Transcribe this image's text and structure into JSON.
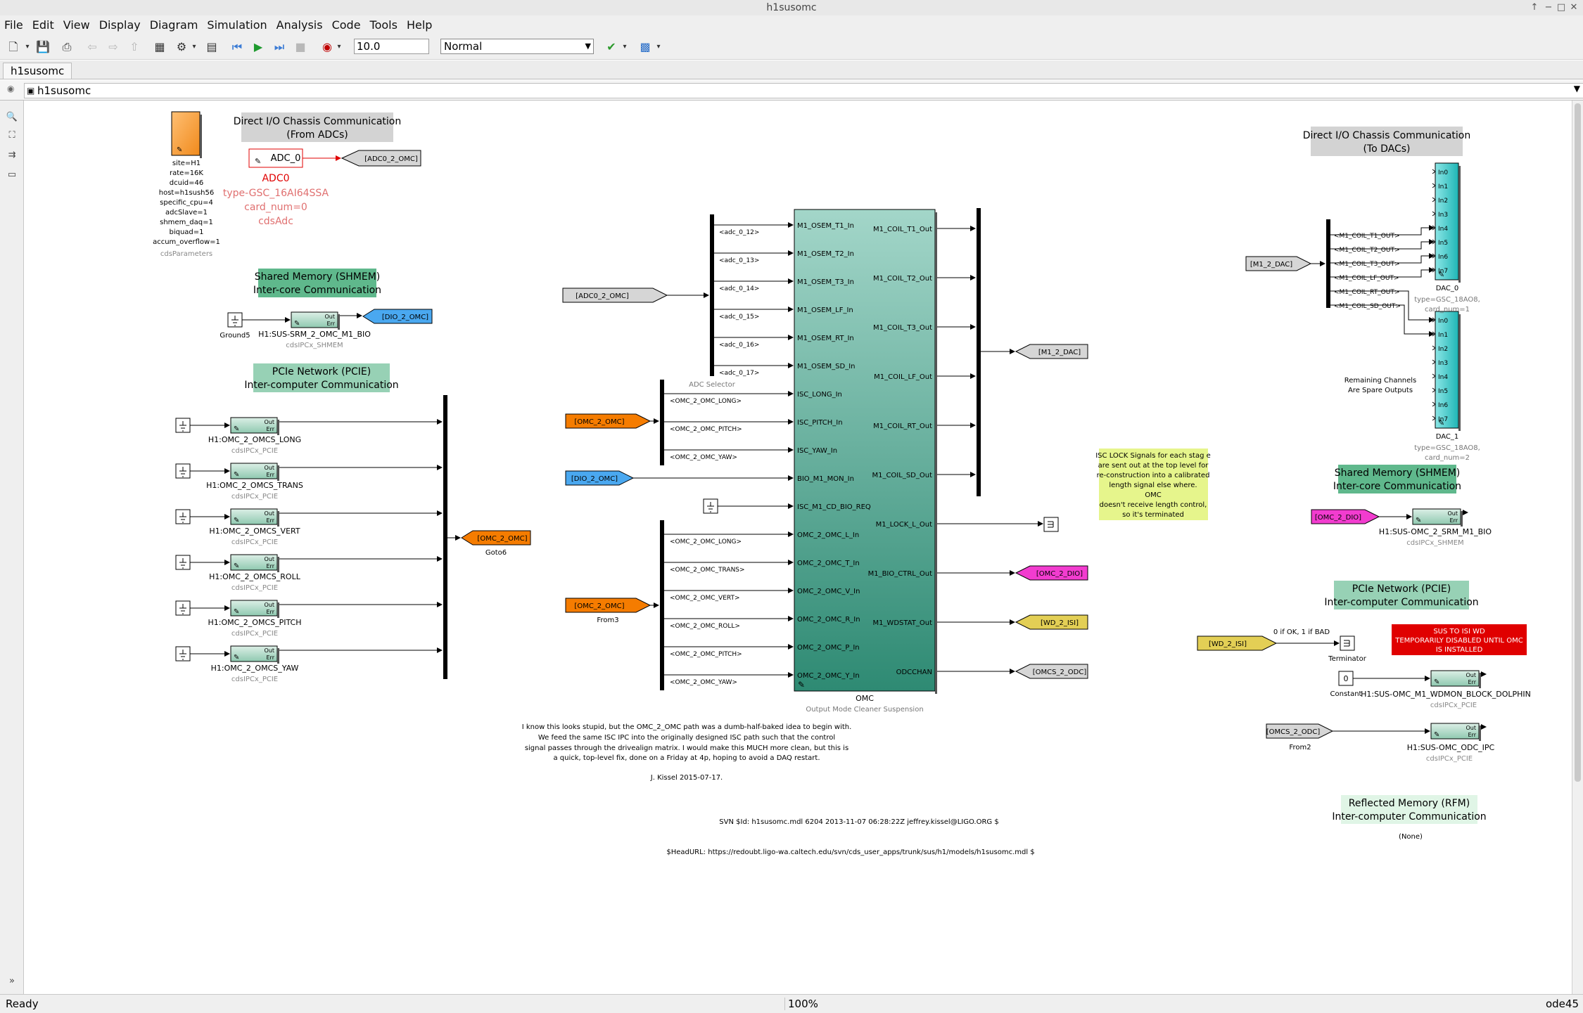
{
  "window": {
    "title": "h1susomc"
  },
  "menu": [
    "File",
    "Edit",
    "View",
    "Display",
    "Diagram",
    "Simulation",
    "Analysis",
    "Code",
    "Tools",
    "Help"
  ],
  "toolbar": {
    "stop_time": "10.0",
    "sim_mode": "Normal"
  },
  "tab": {
    "label": "h1susomc"
  },
  "address": {
    "path": "h1susomc"
  },
  "status": {
    "left": "Ready",
    "zoom": "100%",
    "solver": "ode45"
  },
  "colors": {
    "orange_tag": "#f57c00",
    "blue_tag": "#4aa8f0",
    "magenta_tag": "#f23ccf",
    "yellow_tag": "#e3cf55",
    "teal_block": "#5fb8a3",
    "cyan_dac": "#22c2c2",
    "red_note": "#e00000"
  },
  "diagram": {
    "params_block": {
      "lines": [
        "site=H1",
        "rate=16K",
        "dcuid=46",
        "host=h1sush56",
        "specific_cpu=4",
        "adcSlave=1",
        "shmem_daq=1",
        "biquad=1",
        "accum_overflow=1"
      ],
      "caption": "cdsParameters"
    },
    "adc_heading": [
      "Direct I/O Chassis Communication",
      "(From ADCs)"
    ],
    "adc_block": {
      "label": "ADC_0",
      "name": "ADC0",
      "type": "type-GSC_16AI64SSA",
      "card": "card_num=0",
      "kind": "cdsAdc"
    },
    "adc_tag": "[ADC0_2_OMC]",
    "shmem_heading": [
      "Shared Memory (SHMEM)",
      "Inter-core Communication"
    ],
    "ground5": "Ground5",
    "shmem_block": {
      "name": "H1:SUS-SRM_2_OMC_M1_BIO",
      "kind": "cdsIPCx_SHMEM"
    },
    "dio_tag": "[DIO_2_OMC]",
    "pcie_heading": [
      "PCIe Network (PCIE)",
      "Inter-computer Communication"
    ],
    "pcie_blocks": [
      {
        "name": "H1:OMC_2_OMCS_LONG",
        "kind": "cdsIPCx_PCIE"
      },
      {
        "name": "H1:OMC_2_OMCS_TRANS",
        "kind": "cdsIPCx_PCIE"
      },
      {
        "name": "H1:OMC_2_OMCS_VERT",
        "kind": "cdsIPCx_PCIE"
      },
      {
        "name": "H1:OMC_2_OMCS_ROLL",
        "kind": "cdsIPCx_PCIE"
      },
      {
        "name": "H1:OMC_2_OMCS_PITCH",
        "kind": "cdsIPCx_PCIE"
      },
      {
        "name": "H1:OMC_2_OMCS_YAW",
        "kind": "cdsIPCx_PCIE"
      }
    ],
    "ipc_port_out": "Out",
    "ipc_port_err": "Err",
    "goto6": {
      "tag": "[OMC_2_OMC]",
      "name": "Goto6"
    },
    "adc_selector": {
      "name": "ADC Selector",
      "signals": [
        "<adc_0_12>",
        "<adc_0_13>",
        "<adc_0_14>",
        "<adc_0_15>",
        "<adc_0_16>",
        "<adc_0_17>"
      ]
    },
    "from_adc_tag": "[ADC0_2_OMC]",
    "isc_from": "[OMC_2_OMC]",
    "isc_signals": [
      "<OMC_2_OMC_LONG>",
      "<OMC_2_OMC_PITCH>",
      "<OMC_2_OMC_YAW>"
    ],
    "dio_from": "[DIO_2_OMC]",
    "from3": {
      "tag": "[OMC_2_OMC]",
      "name": "From3"
    },
    "omc_signals": [
      "<OMC_2_OMC_LONG>",
      "<OMC_2_OMC_TRANS>",
      "<OMC_2_OMC_VERT>",
      "<OMC_2_OMC_ROLL>",
      "<OMC_2_OMC_PITCH>",
      "<OMC_2_OMC_YAW>"
    ],
    "omc_block": {
      "name": "OMC",
      "desc": "Output Mode Cleaner Suspension",
      "inputs": [
        "M1_OSEM_T1_In",
        "M1_OSEM_T2_In",
        "M1_OSEM_T3_In",
        "M1_OSEM_LF_In",
        "M1_OSEM_RT_In",
        "M1_OSEM_SD_In",
        "ISC_LONG_In",
        "ISC_PITCH_In",
        "ISC_YAW_In",
        "BIO_M1_MON_In",
        "ISC_M1_CD_BIO_REQ",
        "OMC_2_OMC_L_In",
        "OMC_2_OMC_T_In",
        "OMC_2_OMC_V_In",
        "OMC_2_OMC_R_In",
        "OMC_2_OMC_P_In",
        "OMC_2_OMC_Y_In"
      ],
      "outputs": [
        "M1_COIL_T1_Out",
        "M1_COIL_T2_Out",
        "M1_COIL_T3_Out",
        "M1_COIL_LF_Out",
        "M1_COIL_RT_Out",
        "M1_COIL_SD_Out",
        "M1_LOCK_L_Out",
        "M1_BIO_CTRL_Out",
        "M1_WDSTAT_Out",
        "ODCCHAN"
      ]
    },
    "out_tags": {
      "m1_dac": "[M1_2_DAC]",
      "omc_dio": "[OMC_2_DIO]",
      "wd_isi": "[WD_2_ISI]",
      "omcs_odc": "[OMCS_2_ODC]"
    },
    "note_main": [
      "I know this looks stupid, but the OMC_2_OMC path was a dumb-half-baked idea to begin with.",
      "We feed the same ISC IPC into the originally designed ISC path such that the control",
      "signal passes through the drivealign matrix. I would make this MUCH more clean, but this is",
      "a quick, top-level fix, done on a Friday at 4p, hoping to avoid a DAQ restart.",
      "",
      "J. Kissel 2015-07-17."
    ],
    "svn_id": "SVN $Id: h1susomc.mdl 6204 2013-11-07 06:28:22Z jeffrey.kissel@LIGO.ORG $",
    "head_url": "$HeadURL: https://redoubt.ligo-wa.caltech.edu/svn/cds_user_apps/trunk/sus/h1/models/h1susomc.mdl $",
    "isc_lock_note": [
      "ISC LOCK Signals for each stag e",
      "are sent out at the top level for",
      "re-construction into a calibrated",
      "length signal else where.",
      "OMC",
      "doesn't receive length control,",
      "so it's terminated"
    ],
    "dac_heading": [
      "Direct I/O Chassis Communication",
      "(To DACs)"
    ],
    "dac_from": "[M1_2_DAC]",
    "dac_signals": [
      "<M1_COIL_T1_OUT>",
      "<M1_COIL_T2_OUT>",
      "<M1_COIL_T3_OUT>",
      "<M1_COIL_LF_OUT>",
      "<M1_COIL_RT_OUT>",
      "<M1_COIL_SD_OUT>"
    ],
    "dac_ports": [
      "In0",
      "In1",
      "In2",
      "In3",
      "In4",
      "In5",
      "In6",
      "In7"
    ],
    "dac0": {
      "name": "DAC_0",
      "type": "type=GSC_18AO8,",
      "card": "card_num=1"
    },
    "dac1": {
      "name": "DAC_1",
      "type": "type=GSC_18AO8,",
      "card": "card_num=2"
    },
    "remaining_note": [
      "Remaining Channels",
      "Are Spare Outputs"
    ],
    "shmem2_heading": [
      "Shared Memory (SHMEM)",
      "Inter-core Communication"
    ],
    "shmem2": {
      "tag": "[OMC_2_DIO]",
      "name": "H1:SUS-OMC_2_SRM_M1_BIO",
      "kind": "cdsIPCx_SHMEM"
    },
    "pcie2_heading": [
      "PCIe Network (PCIE)",
      "Inter-computer Communication"
    ],
    "wd_note": [
      "SUS TO ISI WD",
      "TEMPORARILY DISABLED UNTIL OMC",
      "IS INSTALLED"
    ],
    "ok_bad": "0 if OK, 1 if BAD",
    "wd_from": "[WD_2_ISI]",
    "terminator": "Terminator",
    "constant": {
      "value": "0",
      "name": "Constant"
    },
    "wdmon": {
      "name": "H1:SUS-OMC_M1_WDMON_BLOCK_DOLPHIN",
      "kind": "cdsIPCx_PCIE"
    },
    "from2": {
      "tag": "[OMCS_2_ODC]",
      "name": "From2"
    },
    "odc": {
      "name": "H1:SUS-OMC_ODC_IPC",
      "kind": "cdsIPCx_PCIE"
    },
    "rfm_heading": [
      "Reflected Memory (RFM)",
      "Inter-computer Communication"
    ],
    "rfm_none": "(None)"
  }
}
